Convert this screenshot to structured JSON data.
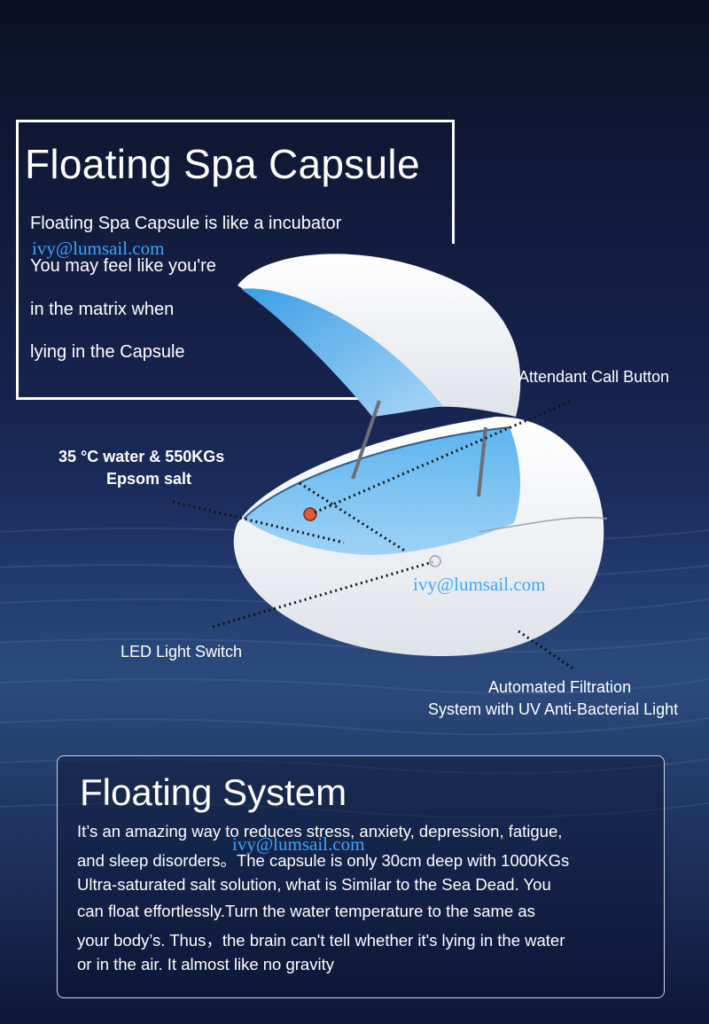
{
  "header": {
    "title": "Floating Spa Capsule",
    "intro_lines": [
      "Floating Spa Capsule is like a incubator",
      "You may feel like you're",
      "in the matrix when",
      "lying in the Capsule"
    ]
  },
  "watermark": "ivy@lumsail.com",
  "callouts": {
    "water": [
      "35 °C  water & 550KGs",
      "Epsom salt"
    ],
    "attendant": "Attendant Call Button",
    "led": "LED Light Switch",
    "filtration": [
      "Automated Filtration",
      "System with UV Anti-Bacterial Light"
    ]
  },
  "system": {
    "title": "Floating System",
    "lines": [
      "It’s an amazing way to reduces stress, anxiety, depression, fatigue,",
      "and sleep disorders。The capsule is only 30cm deep with 1000KGs",
      "Ultra-saturated salt solution, what is Similar to the Sea Dead. You",
      "can float effortlessly.Turn the water temperature to the same as",
      "your body’s. Thus，the brain can't tell whether it's lying in the water",
      "or in the air. It almost like no gravity"
    ]
  },
  "colors": {
    "background_top": "#0b1024",
    "background_mid": "#23406f",
    "capsule_shell": "#ffffff",
    "capsule_interior": "#5fb3ee",
    "watermark": "#3aa6ff",
    "call_button": "#e2583a"
  }
}
